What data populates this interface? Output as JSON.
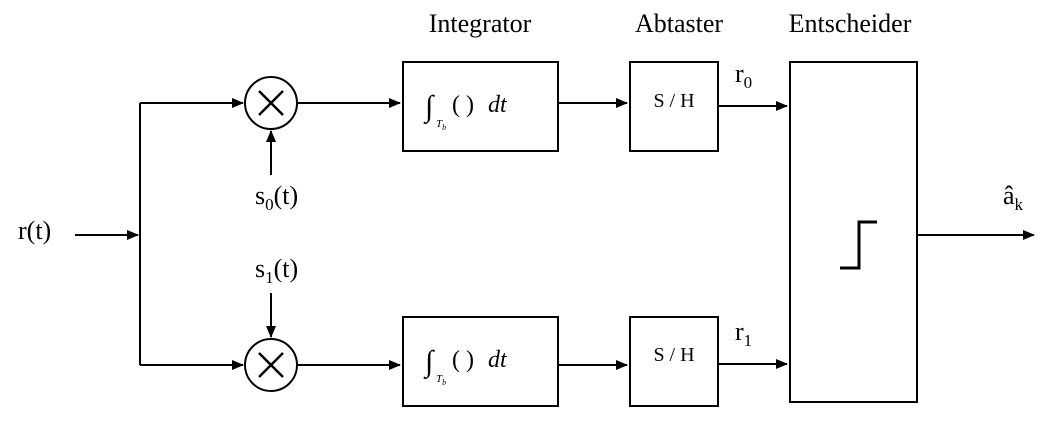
{
  "headers": {
    "integrator": "Integrator",
    "abtaster": "Abtaster",
    "entscheider": "Entscheider"
  },
  "input": {
    "name": "r",
    "arg": "(t)"
  },
  "reference_signals": {
    "s0": {
      "name": "s",
      "index": "0",
      "arg": "(t)"
    },
    "s1": {
      "name": "s",
      "index": "1",
      "arg": "(t)"
    }
  },
  "integrator_block": {
    "integral_symbol": "∫",
    "limit_main": "T",
    "limit_sub": "b",
    "operand": "( )",
    "differential": "dt"
  },
  "sample_hold_label": "S / H",
  "sampled_outputs": {
    "r0": {
      "name": "r",
      "index": "0"
    },
    "r1": {
      "name": "r",
      "index": "1"
    }
  },
  "output": {
    "name": "â",
    "index": "k"
  },
  "colors": {
    "stroke": "#000000",
    "background": "#ffffff"
  }
}
